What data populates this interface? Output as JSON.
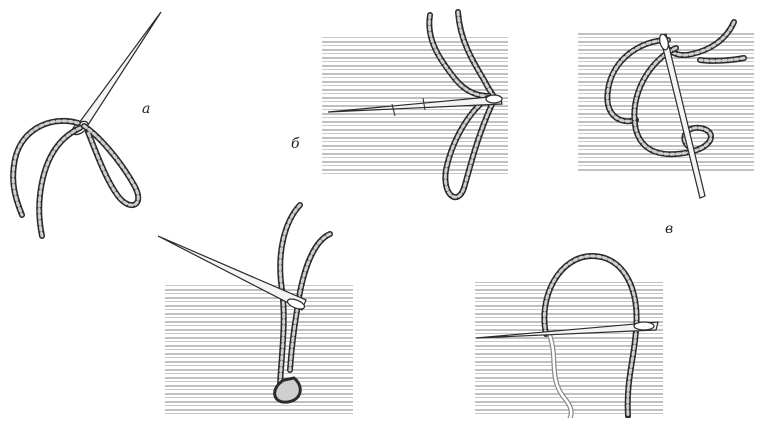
{
  "labels": {
    "a": "а",
    "b": "б",
    "v": "в"
  },
  "colors": {
    "ink": "#2b2b2b",
    "fabric_line": "#8a8a8a",
    "thread_fill": "#cfcfcf",
    "needle_fill": "#f4f4f4"
  }
}
